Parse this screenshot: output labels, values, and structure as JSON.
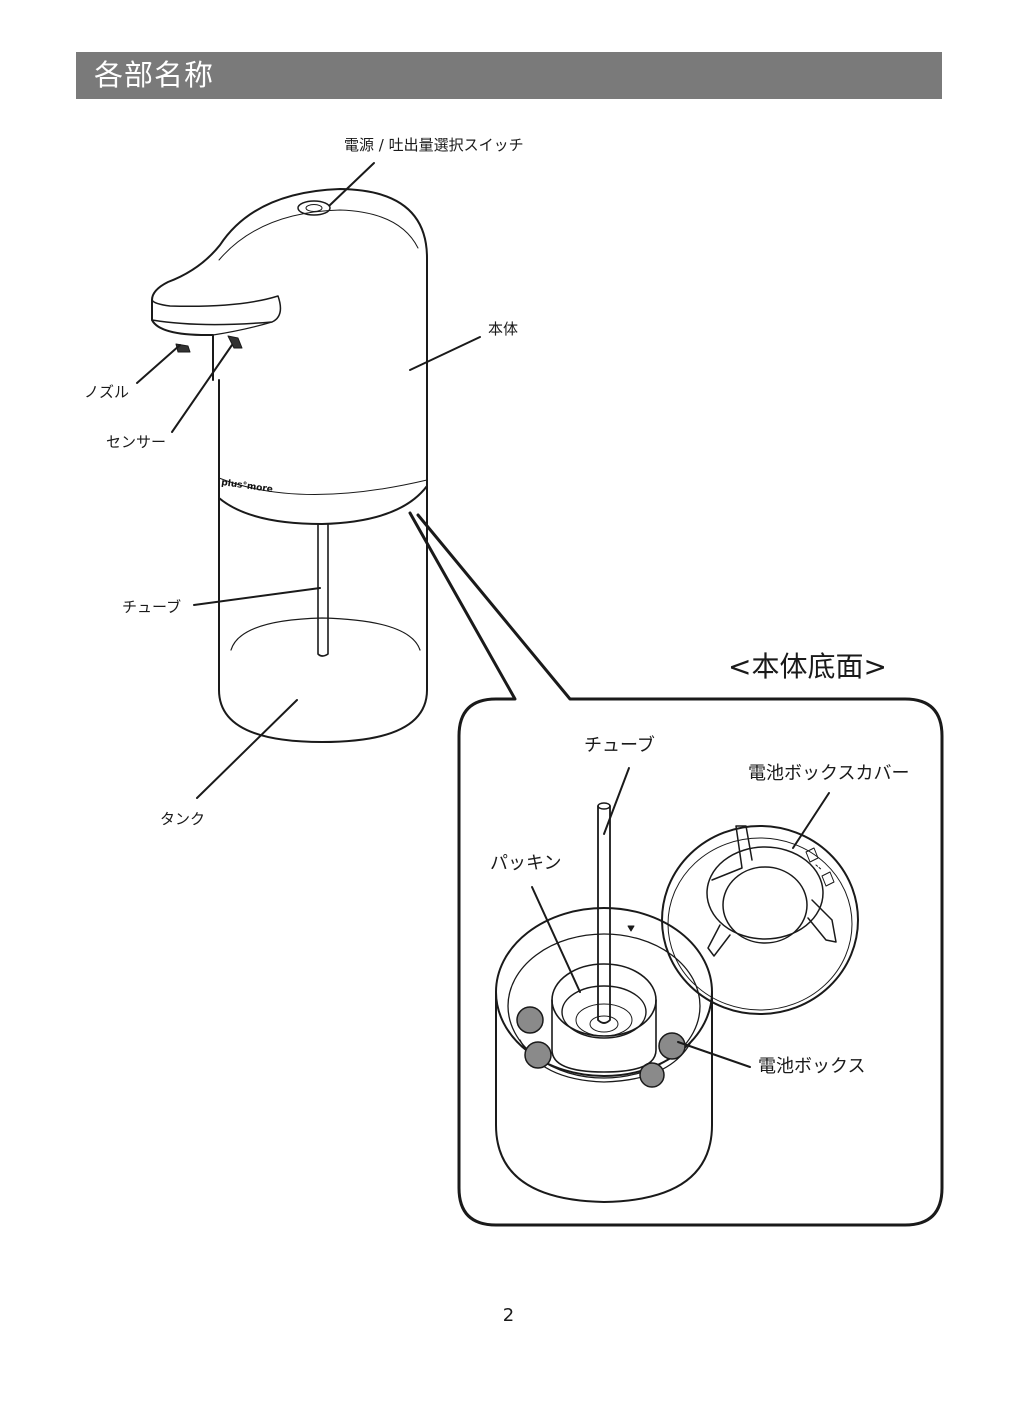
{
  "header": {
    "title": "各部名称"
  },
  "labels": {
    "switch": "電源 / 吐出量選択スイッチ",
    "body": "本体",
    "nozzle": "ノズル",
    "sensor": "センサー",
    "tube": "チューブ",
    "tank": "タンク"
  },
  "brand": "plus°more",
  "detail": {
    "title": "<本体底面>",
    "tube": "チューブ",
    "battery_cover": "電池ボックスカバー",
    "packing": "パッキン",
    "battery_box": "電池ボックス"
  },
  "footer": {
    "page_number": "2"
  }
}
